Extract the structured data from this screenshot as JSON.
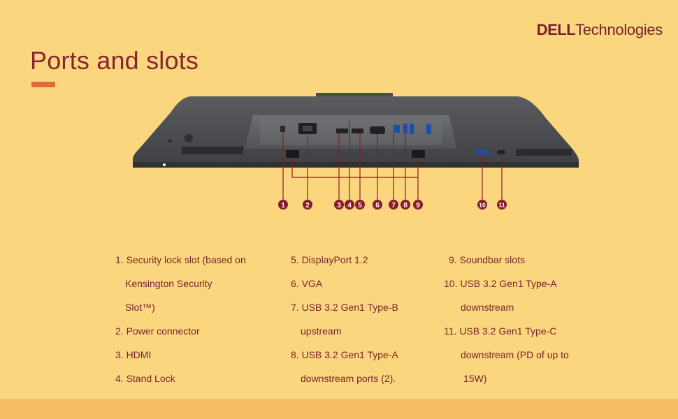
{
  "brand": {
    "logo_bold": "DELL",
    "logo_light": "Technologies"
  },
  "page": {
    "title": "Ports and slots"
  },
  "callouts": [
    "1",
    "2",
    "3",
    "4",
    "5",
    "6",
    "7",
    "8",
    "9",
    "10",
    "11"
  ],
  "legend": {
    "col1": [
      "1. Security lock slot (based on",
      "Kensington Security",
      "Slot™)",
      "2. Power connector",
      "3. HDMI",
      "4. Stand Lock"
    ],
    "col2": [
      "5. DisplayPort 1.2",
      "6. VGA",
      "7. USB 3.2 Gen1 Type-B",
      "upstream",
      "8. USB 3.2 Gen1 Type-A",
      "downstream ports (2)."
    ],
    "col3": [
      "9. Soundbar slots",
      "10. USB 3.2 Gen1 Type-A",
      "downstream",
      "11. USB 3.2 Gen1 Type-C",
      "downstream (PD of up to",
      "15W)"
    ]
  },
  "colors": {
    "background": "#fad77e",
    "bottom_band": "#f5bd63",
    "title": "#8b2332",
    "accent": "#e06a40",
    "text": "#7a1f2b",
    "callout_fill": "#8b1a2b"
  }
}
